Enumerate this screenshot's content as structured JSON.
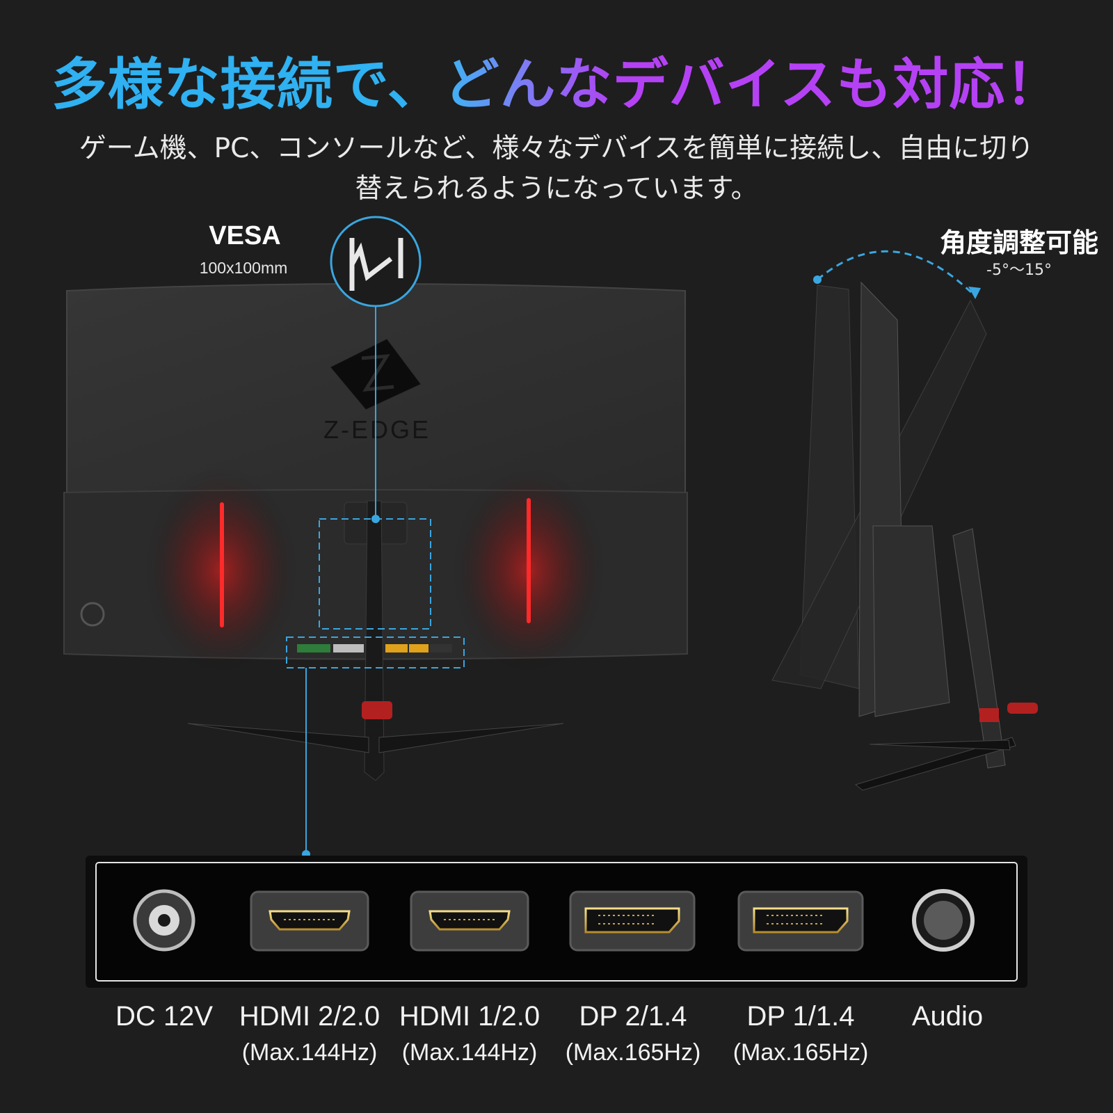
{
  "headline": {
    "part1": "多様な接続で、",
    "part2": "どんな",
    "part3": "デバイスも対応！"
  },
  "subtitle": {
    "line1": "ゲーム機、PC、コンソールなど、様々なデバイスを簡単に接続し、自由に切り",
    "line2": "替えられるようになっています。"
  },
  "vesa": {
    "title": "VESA",
    "spec": "100x100mm"
  },
  "angle": {
    "title": "角度調整可能",
    "range": "-5°〜15°"
  },
  "brand": "Z-EDGE",
  "ports": [
    {
      "name": "DC 12V",
      "detail": ""
    },
    {
      "name": "HDMI 2/2.0",
      "detail": "(Max.144Hz)"
    },
    {
      "name": "HDMI 1/2.0",
      "detail": "(Max.144Hz)"
    },
    {
      "name": "DP 2/1.4",
      "detail": "(Max.165Hz)"
    },
    {
      "name": "DP 1/1.4",
      "detail": "(Max.165Hz)"
    },
    {
      "name": "Audio",
      "detail": ""
    }
  ],
  "colors": {
    "accent_blue": "#2fb1f2",
    "accent_purple": "#b541f5",
    "led_red": "#ff1a1a",
    "callout_line": "#3aa6e0"
  }
}
